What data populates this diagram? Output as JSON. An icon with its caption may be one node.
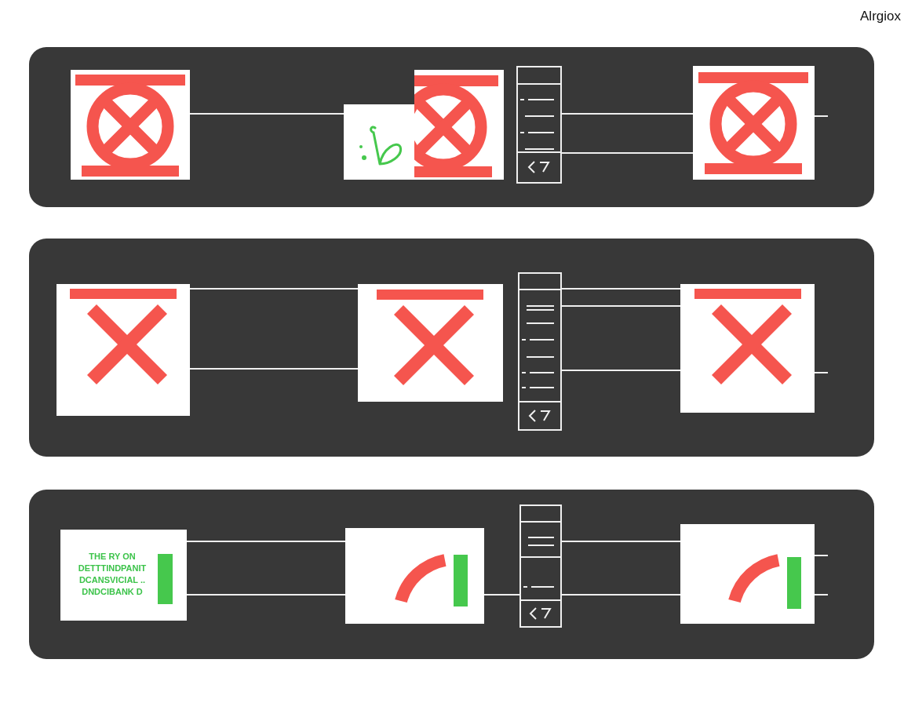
{
  "diagram": {
    "nodes": [
      {
        "text": [],
        "shape": "band"
      },
      {
        "text": [],
        "shape": "picture",
        "in": 0
      },
      {
        "text": [],
        "shape": "picture",
        "in": 0
      },
      {
        "text": [],
        "shape": "picture",
        "in": 0
      },
      {
        "text": [],
        "shape": "box",
        "in": 0
      },
      {
        "text": [],
        "shape": "picture",
        "in": 0
      },
      {
        "text": [],
        "shape": "band"
      },
      {
        "text": [],
        "shape": "picture",
        "in": 6
      },
      {
        "text": [],
        "shape": "picture",
        "in": 6
      },
      {
        "text": [],
        "shape": "box",
        "in": 6
      },
      {
        "text": [],
        "shape": "picture",
        "in": 6
      },
      {
        "text": [],
        "shape": "band"
      },
      {
        "text": [
          "THE RY ON DETTTINDPANIT DCANSVICIAL .. DNDCIBANK D"
        ],
        "in": 11
      },
      {
        "text": [],
        "shape": "picture",
        "in": 11
      },
      {
        "text": [],
        "shape": "box",
        "in": 11
      },
      {
        "text": [],
        "shape": "picture",
        "in": 11
      }
    ],
    "edges": [
      {
        "from": 1,
        "to": 2,
        "arrow": "none"
      },
      {
        "from": 4,
        "to": 5,
        "arrow": "none"
      },
      {
        "from": 4,
        "to": 5,
        "arrow": "none"
      },
      {
        "from": 5,
        "to": null,
        "arrow": "none"
      },
      {
        "from": 7,
        "to": 8,
        "arrow": "none"
      },
      {
        "from": 7,
        "to": 8,
        "arrow": "none"
      },
      {
        "from": 9,
        "to": 10,
        "arrow": "none"
      },
      {
        "from": 9,
        "to": 10,
        "arrow": "none"
      },
      {
        "from": 9,
        "to": 10,
        "arrow": "none"
      },
      {
        "from": 10,
        "to": null,
        "arrow": "none"
      },
      {
        "from": 12,
        "to": 13,
        "arrow": "none"
      },
      {
        "from": 12,
        "to": 13,
        "arrow": "none"
      },
      {
        "from": 13,
        "to": 14,
        "arrow": "none"
      },
      {
        "from": 14,
        "to": 15,
        "arrow": "none"
      },
      {
        "from": 14,
        "to": 15,
        "arrow": "none"
      },
      {
        "from": 15,
        "to": null,
        "arrow": "none"
      },
      {
        "from": 15,
        "to": null,
        "arrow": "none"
      }
    ],
    "labels": [
      "Alrgiox"
    ]
  }
}
